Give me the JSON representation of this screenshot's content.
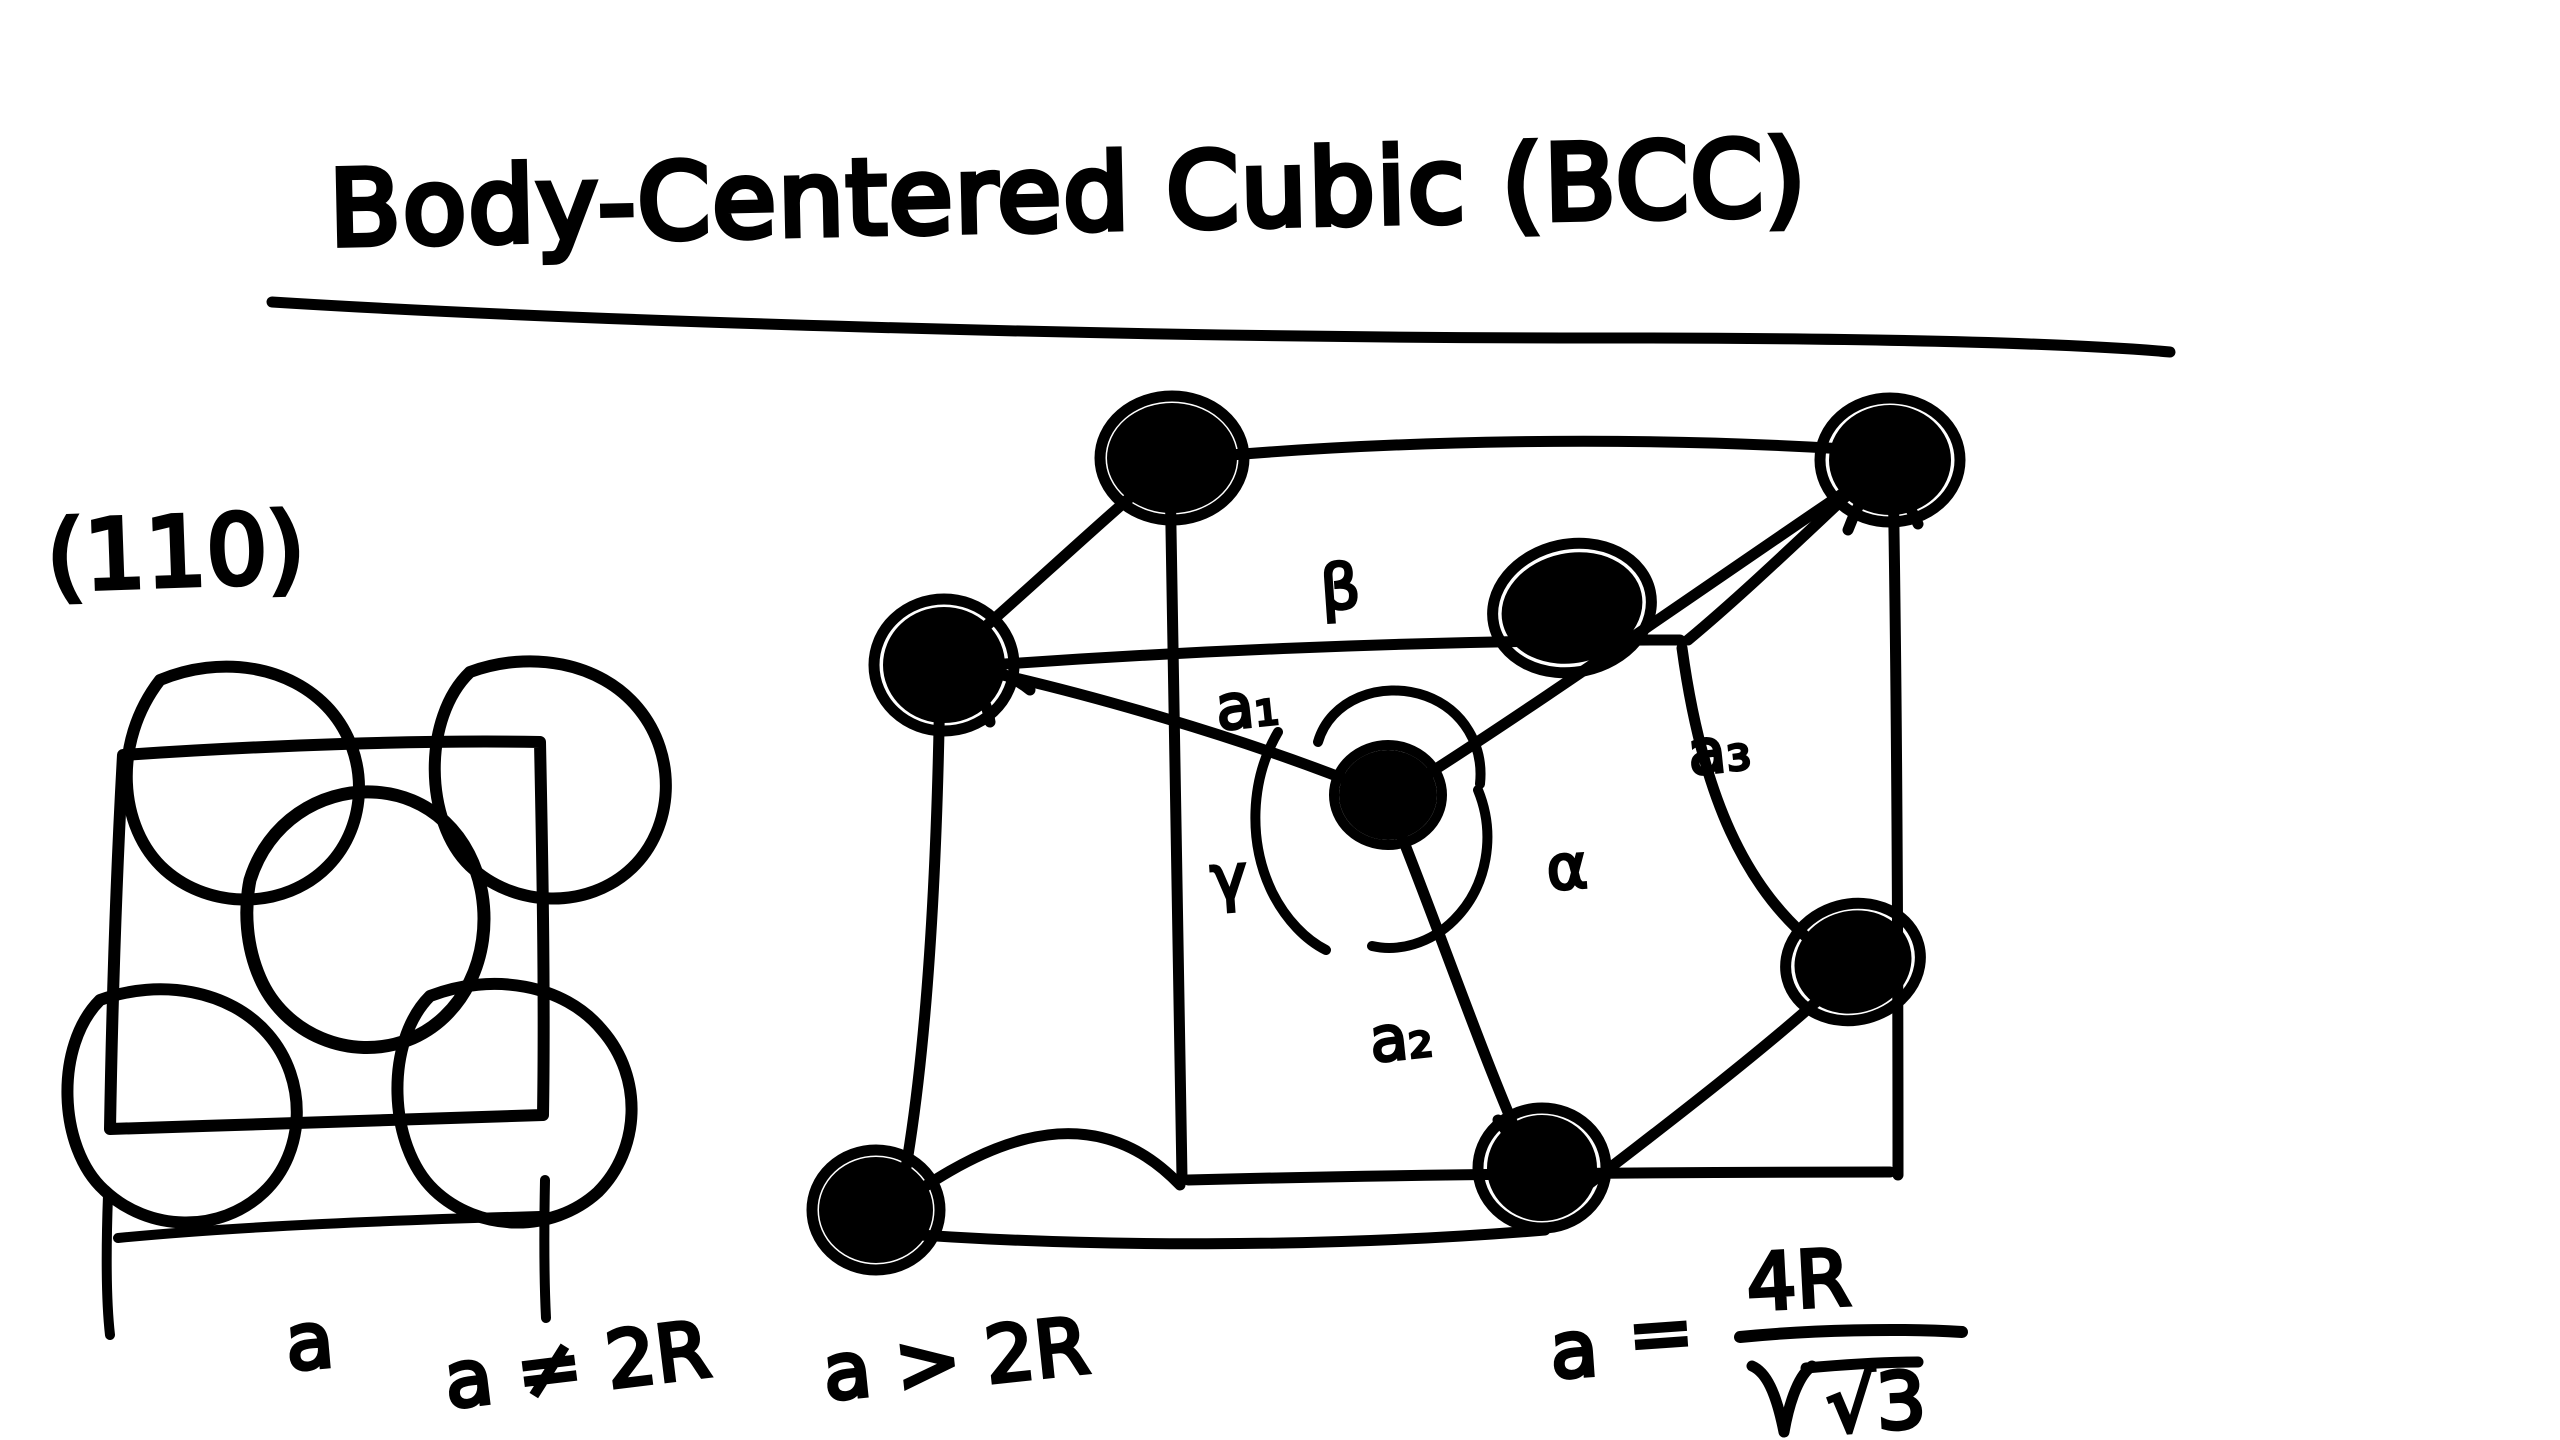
{
  "page": {
    "title": "Body-Centered  Cubic (BCC)",
    "background_color": "#ffffff",
    "ink_color": "#000000",
    "medium": "hand-drawn whiteboard sketch"
  },
  "plane_view": {
    "miller_index_label": "(110)",
    "lattice_parameter_label": "a",
    "description": "square face with four corner atoms and one center atom",
    "atoms": {
      "corner_count": 4,
      "center_count": 1
    }
  },
  "relations": {
    "not_equal": "a ≠ 2R",
    "greater_than": "a > 2R"
  },
  "cube_view": {
    "vector_labels": [
      "a₁",
      "a₂",
      "a₃"
    ],
    "angle_labels": [
      "α",
      "β",
      "γ"
    ],
    "atom_count": 9,
    "corner_atoms": 8,
    "body_center_atoms": 1
  },
  "equation": {
    "lhs": "a",
    "equals": "=",
    "numerator": "4R",
    "denominator": "√3",
    "full": "a = 4R / √3"
  }
}
